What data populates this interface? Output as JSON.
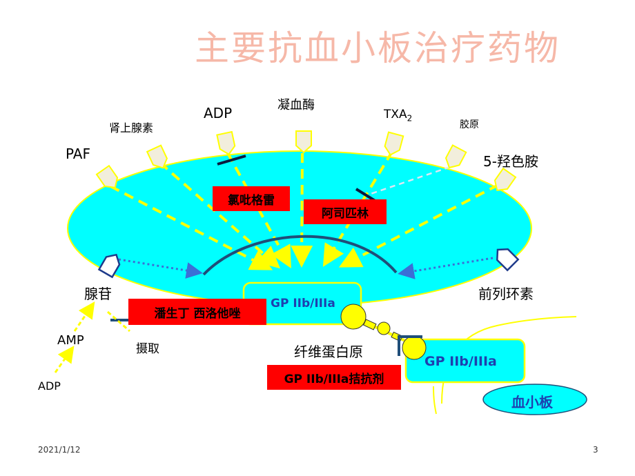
{
  "title": "主要抗血小板治疗药物",
  "receptors": {
    "paf": "PAF",
    "epinephrine": "肾上腺素",
    "adp": "ADP",
    "thrombin": "凝血酶",
    "txa2_base": "TXA",
    "txa2_sub": "2",
    "collagen": "胶原",
    "serotonin": "5-羟色胺"
  },
  "drugs": {
    "clopidogrel": "氯吡格雷",
    "aspirin": "阿司匹林",
    "dipyridamole_cilostazol": "潘生丁  西洛他唑",
    "gp_antagonist": "GP IIb/IIIa拮抗剂"
  },
  "labels": {
    "adenosine": "腺苷",
    "prostacyclin": "前列环素",
    "amp": "AMP",
    "adp_bottom": "ADP",
    "uptake": "摄取",
    "fibrinogen": "纤维蛋白原",
    "gp_main": "GP IIb/IIIa",
    "gp_second": "GP IIb/IIIa",
    "platelet": "血小板"
  },
  "footer": {
    "date": "2021/1/12",
    "page": "3"
  },
  "colors": {
    "cell": "#00ffff",
    "arrow": "#ffff00",
    "title": "#f6b8a8",
    "drug_box": "#ff0000",
    "receptor_border": "#1e3a8a",
    "label_blue": "#1e40af"
  }
}
